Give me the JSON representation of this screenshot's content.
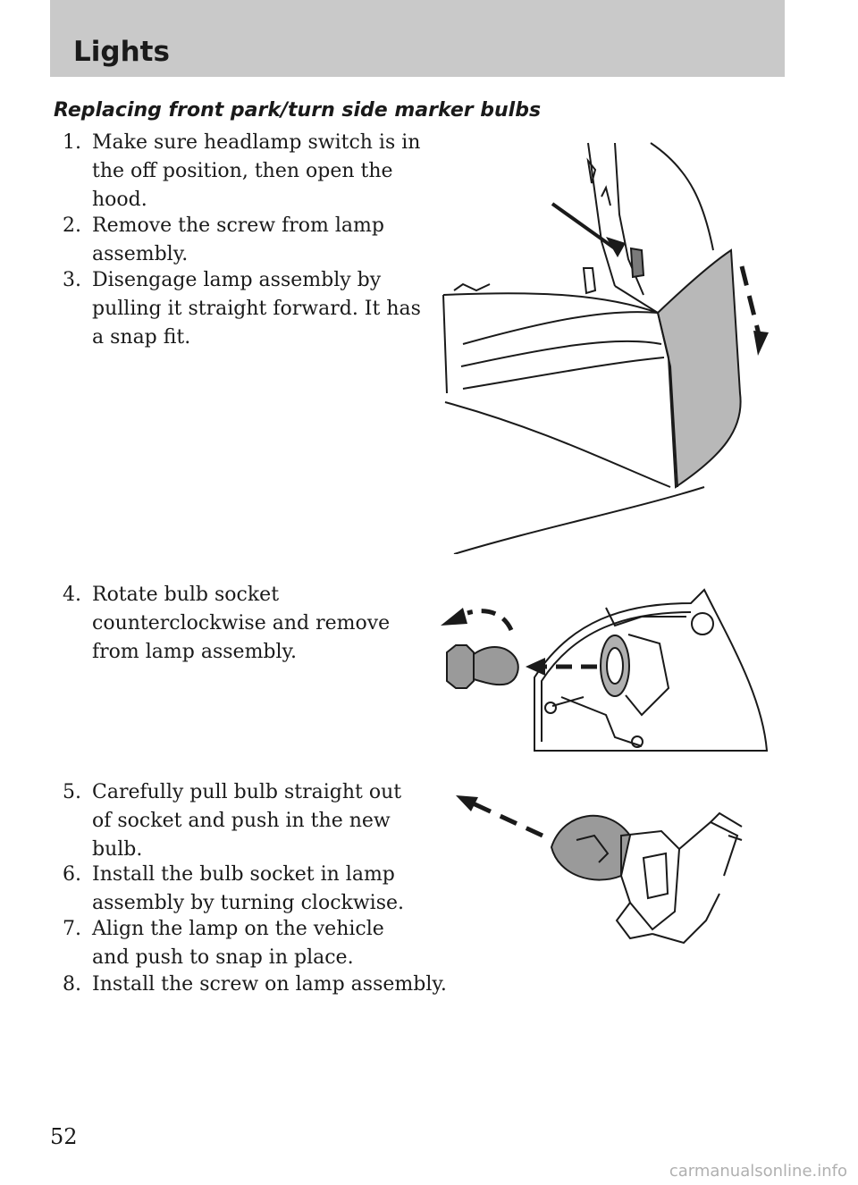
{
  "header": {
    "section_title": "Lights"
  },
  "heading": "Replacing front park/turn side marker bulbs",
  "steps": [
    {
      "num": "1.",
      "lines": [
        "Make sure headlamp switch is in",
        "the off position, then open the",
        "hood."
      ]
    },
    {
      "num": "2.",
      "lines": [
        "Remove the screw from lamp",
        "assembly."
      ]
    },
    {
      "num": "3.",
      "lines": [
        "Disengage lamp assembly by",
        "pulling it straight forward. It has",
        "a snap fit."
      ]
    },
    {
      "num": "4.",
      "lines": [
        "Rotate bulb socket",
        "counterclockwise and remove",
        "from lamp assembly."
      ]
    },
    {
      "num": "5.",
      "lines": [
        "Carefully pull bulb straight out",
        "of socket and push in the new",
        "bulb."
      ]
    },
    {
      "num": "6.",
      "lines": [
        "Install the bulb socket in lamp",
        "assembly by turning clockwise."
      ]
    },
    {
      "num": "7.",
      "lines": [
        "Align the lamp on the vehicle",
        "and push to snap in place."
      ]
    },
    {
      "num": "8.",
      "lines": [
        "Install the screw on lamp assembly."
      ]
    }
  ],
  "page_number": "52",
  "watermark": "carmanualsonline.info",
  "colors": {
    "header_band": "#c9c9c9",
    "lamp_shade": "#b8b8b8",
    "bulb_shade": "#9a9a9a"
  }
}
